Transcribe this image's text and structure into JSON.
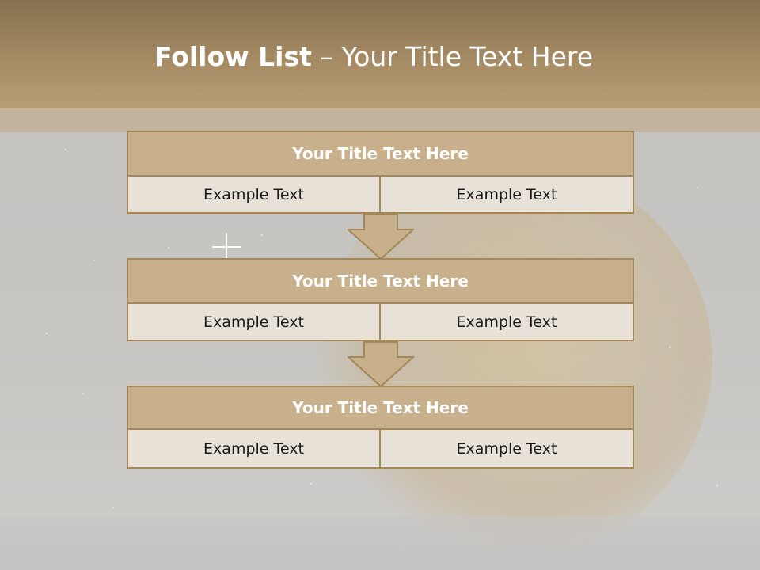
{
  "slide": {
    "title_bold": "Follow List",
    "title_rest": " – Your Title Text Here"
  },
  "colors": {
    "header": "#a58b64",
    "box_title_fill": "#c8b08c",
    "box_border": "#a48759",
    "cell_fill": "#e8e1d8"
  },
  "steps": [
    {
      "title": "Your Title Text Here",
      "left": "Example Text",
      "right": "Example Text"
    },
    {
      "title": "Your Title Text Here",
      "left": "Example Text",
      "right": "Example Text"
    },
    {
      "title": "Your Title Text Here",
      "left": "Example Text",
      "right": "Example Text"
    }
  ]
}
